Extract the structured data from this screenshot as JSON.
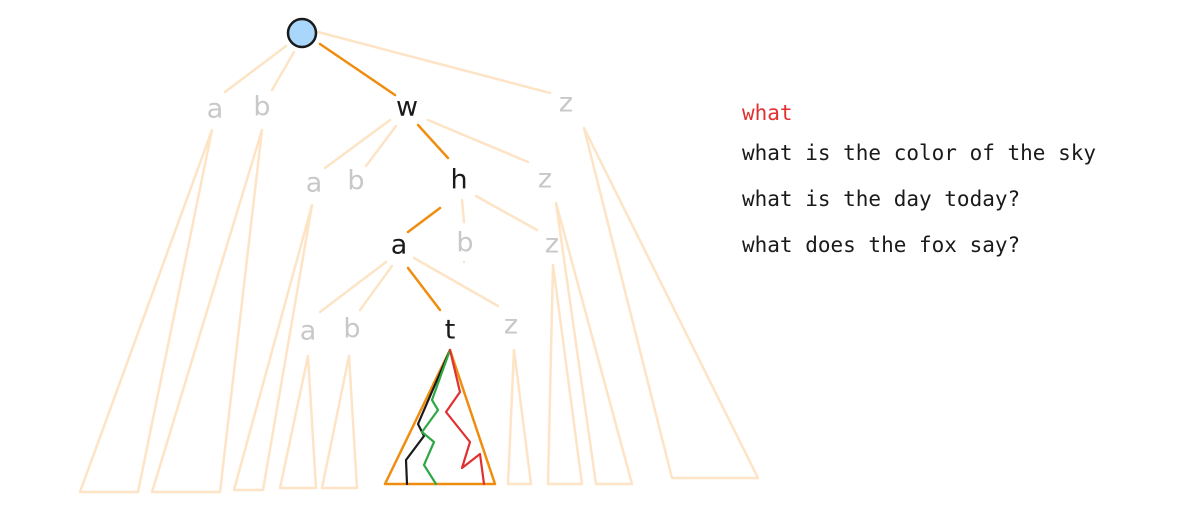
{
  "query": "what",
  "suggestions": [
    "what is the color of the sky",
    "what is the day today?",
    "what does the fox say?"
  ],
  "trie": {
    "root": "",
    "level1": [
      "a",
      "b",
      "w",
      "z"
    ],
    "level2": [
      "a",
      "b",
      "h",
      "z"
    ],
    "level3": [
      "a",
      "b",
      "z"
    ],
    "level4": [
      "a",
      "b",
      "t",
      "z"
    ],
    "matched_path": [
      "w",
      "h",
      "a",
      "t"
    ]
  },
  "colors": {
    "root_fill": "#a9d7fb",
    "active_edge": "#ef8d10",
    "faded_edge": "#fde4c6",
    "faded_label": "#c8c8c8",
    "query_text": "#e03030",
    "path_black": "#1a1a1a",
    "path_green": "#2ea844",
    "path_red": "#e03030"
  }
}
